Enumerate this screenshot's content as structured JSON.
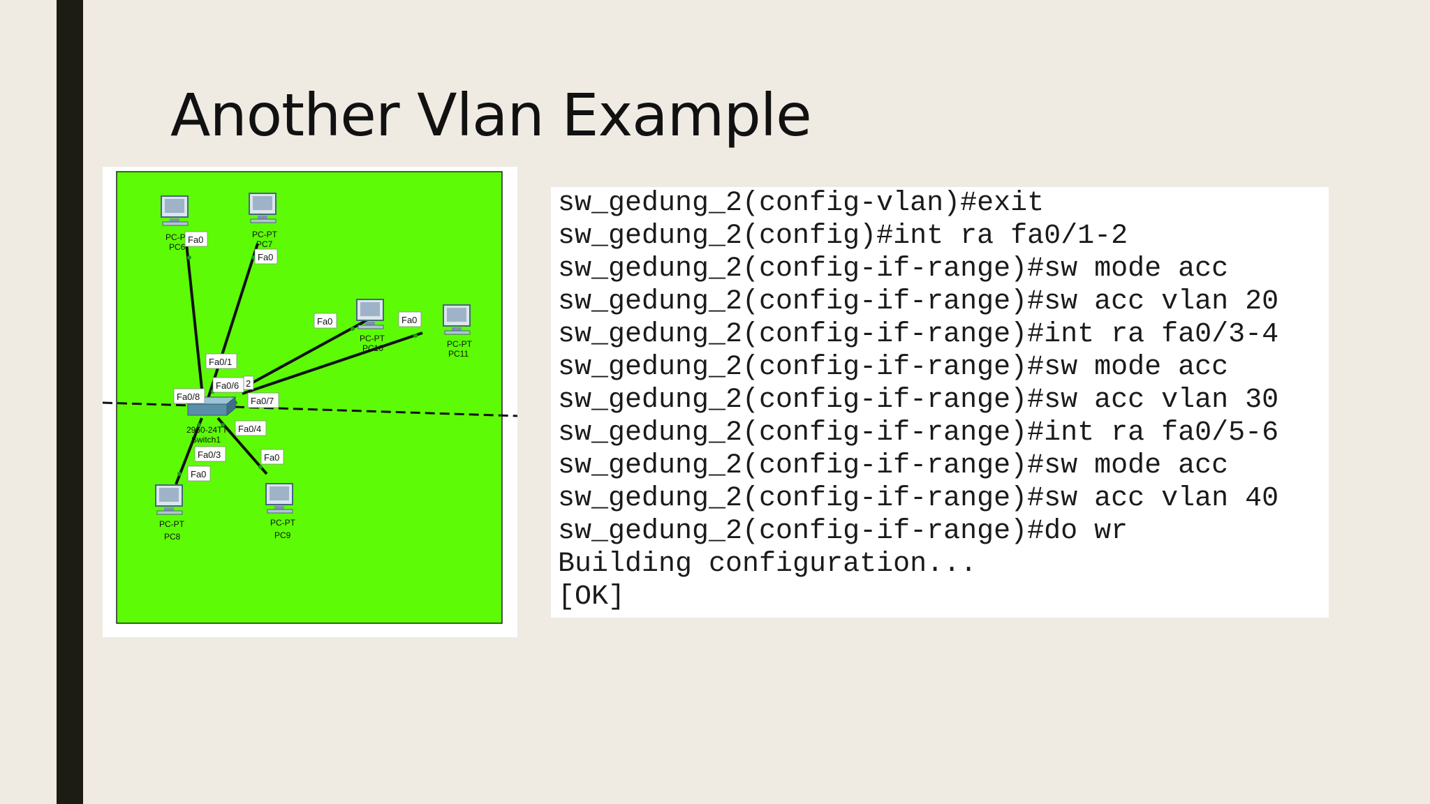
{
  "slide": {
    "title": "Another Vlan Example"
  },
  "topology": {
    "switch_label": "2960-24TT",
    "switch_name": "Switch1",
    "pcs": [
      {
        "type": "PC-PT",
        "name": "PC6"
      },
      {
        "type": "PC-PT",
        "name": "PC7"
      },
      {
        "type": "PC-PT",
        "name": "PC10"
      },
      {
        "type": "PC-PT",
        "name": "PC11"
      },
      {
        "type": "PC-PT",
        "name": "PC8"
      },
      {
        "type": "PC-PT",
        "name": "PC9"
      }
    ],
    "ports": [
      "Fa0",
      "Fa0",
      "Fa0",
      "Fa0",
      "Fa0",
      "Fa0",
      "Fa0/1",
      "Fa0/6",
      "2",
      "Fa0/8",
      "Fa0/7",
      "Fa0/4",
      "Fa0/3"
    ],
    "colors": {
      "canvas": "#5dfc06",
      "link": "#111111",
      "switch": "#5b8fa8",
      "pc": "#9fb3c8"
    }
  },
  "cli": {
    "lines": [
      "sw_gedung_2(config-vlan)#exit",
      "sw_gedung_2(config)#int ra fa0/1-2",
      "sw_gedung_2(config-if-range)#sw mode acc",
      "sw_gedung_2(config-if-range)#sw acc vlan 20",
      "sw_gedung_2(config-if-range)#int ra fa0/3-4",
      "sw_gedung_2(config-if-range)#sw mode acc",
      "sw_gedung_2(config-if-range)#sw acc vlan 30",
      "sw_gedung_2(config-if-range)#int ra fa0/5-6",
      "sw_gedung_2(config-if-range)#sw mode acc",
      "sw_gedung_2(config-if-range)#sw acc vlan 40",
      "sw_gedung_2(config-if-range)#do wr",
      "Building configuration...",
      "[OK]"
    ]
  }
}
